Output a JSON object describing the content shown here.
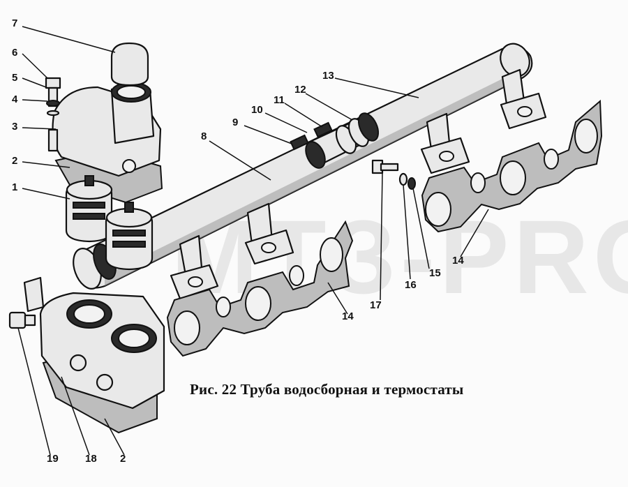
{
  "caption": "Рис. 22  Труба водосборная и термостаты",
  "watermark": "МТЗ-PRO",
  "part_labels": [
    "1",
    "2",
    "3",
    "4",
    "5",
    "6",
    "7",
    "8",
    "9",
    "10",
    "11",
    "12",
    "13",
    "14",
    "14",
    "15",
    "16",
    "17",
    "19",
    "18",
    "2"
  ]
}
